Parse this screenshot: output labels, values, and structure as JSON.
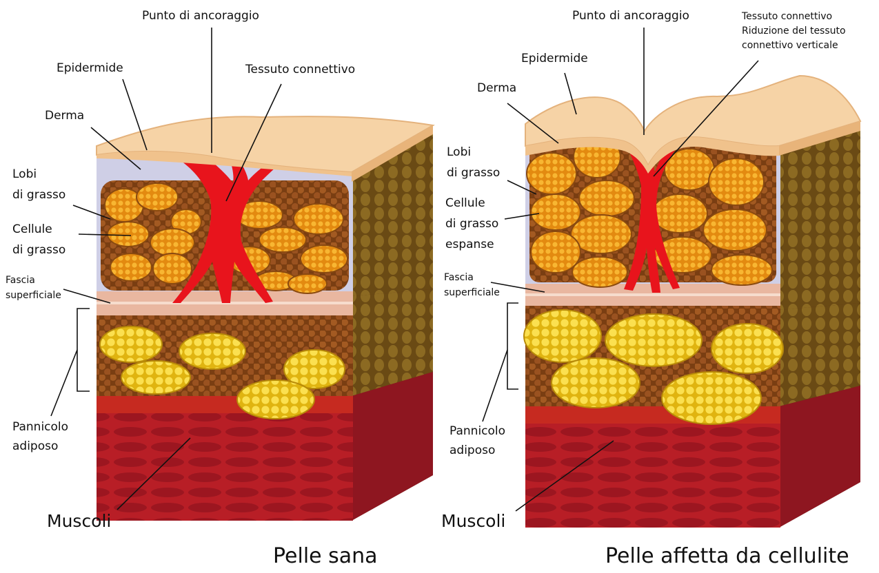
{
  "left": {
    "title": "Pelle sana",
    "labels": {
      "anchor": "Punto di ancoraggio",
      "epidermis": "Epidermide",
      "connective": "Tessuto connettivo",
      "dermis": "Derma",
      "fat_lobes": "Lobi\ndi grasso",
      "fat_cells": "Cellule\ndi grasso",
      "fascia": "Fascia\nsuperficiale",
      "panniculus": "Pannicolo\nadiposo",
      "muscles": "Muscoli"
    }
  },
  "right": {
    "title": "Pelle affetta da cellulite",
    "labels": {
      "anchor": "Punto di ancoraggio",
      "epidermis": "Epidermide",
      "connective": "Tessuto connettivo\nRiduzione del tessuto\nconnettivo verticale",
      "dermis": "Derma",
      "fat_lobes": "Lobi\ndi grasso",
      "fat_cells": "Cellule\ndi grasso\nespanse",
      "fascia": "Fascia\nsuperficiale",
      "panniculus": "Pannicolo\nadiposo",
      "muscles": "Muscoli"
    }
  },
  "colors": {
    "epidermis": "#f6d3a6",
    "dermis": "#cfcfe6",
    "fat_lobe": "#f0a020",
    "connective": "#e8141c",
    "fascia": "#e9b7a0",
    "panniculus_bg": "#8a4a1a",
    "fat_cell_yellow": "#f7d21e",
    "muscle": "#c8222a"
  }
}
